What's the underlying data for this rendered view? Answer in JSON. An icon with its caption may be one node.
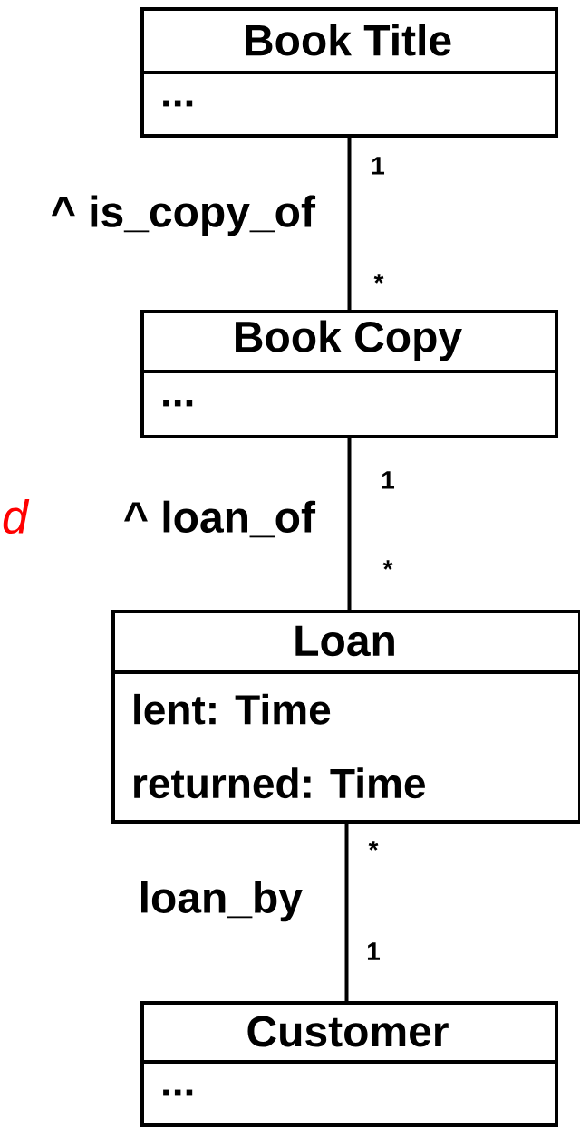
{
  "diagram": {
    "nodes": [
      {
        "text": [
          "Book Title",
          "..."
        ]
      },
      {
        "text": [
          "Book Copy",
          "..."
        ]
      },
      {
        "text": [
          "Loan",
          "lent: Time",
          "returned: Time"
        ]
      },
      {
        "text": [
          "Customer",
          "..."
        ]
      }
    ],
    "edges": [
      {
        "from": 0,
        "to": 1,
        "arrow": "none",
        "label": "^ is_copy_of"
      },
      {
        "from": 1,
        "to": 2,
        "arrow": "none",
        "label": "^ loan_of"
      },
      {
        "from": 2,
        "to": 3,
        "arrow": "none",
        "label": "loan_by"
      }
    ],
    "labels": [
      "1",
      "*",
      "1",
      "*",
      "*",
      "1",
      "d"
    ]
  }
}
